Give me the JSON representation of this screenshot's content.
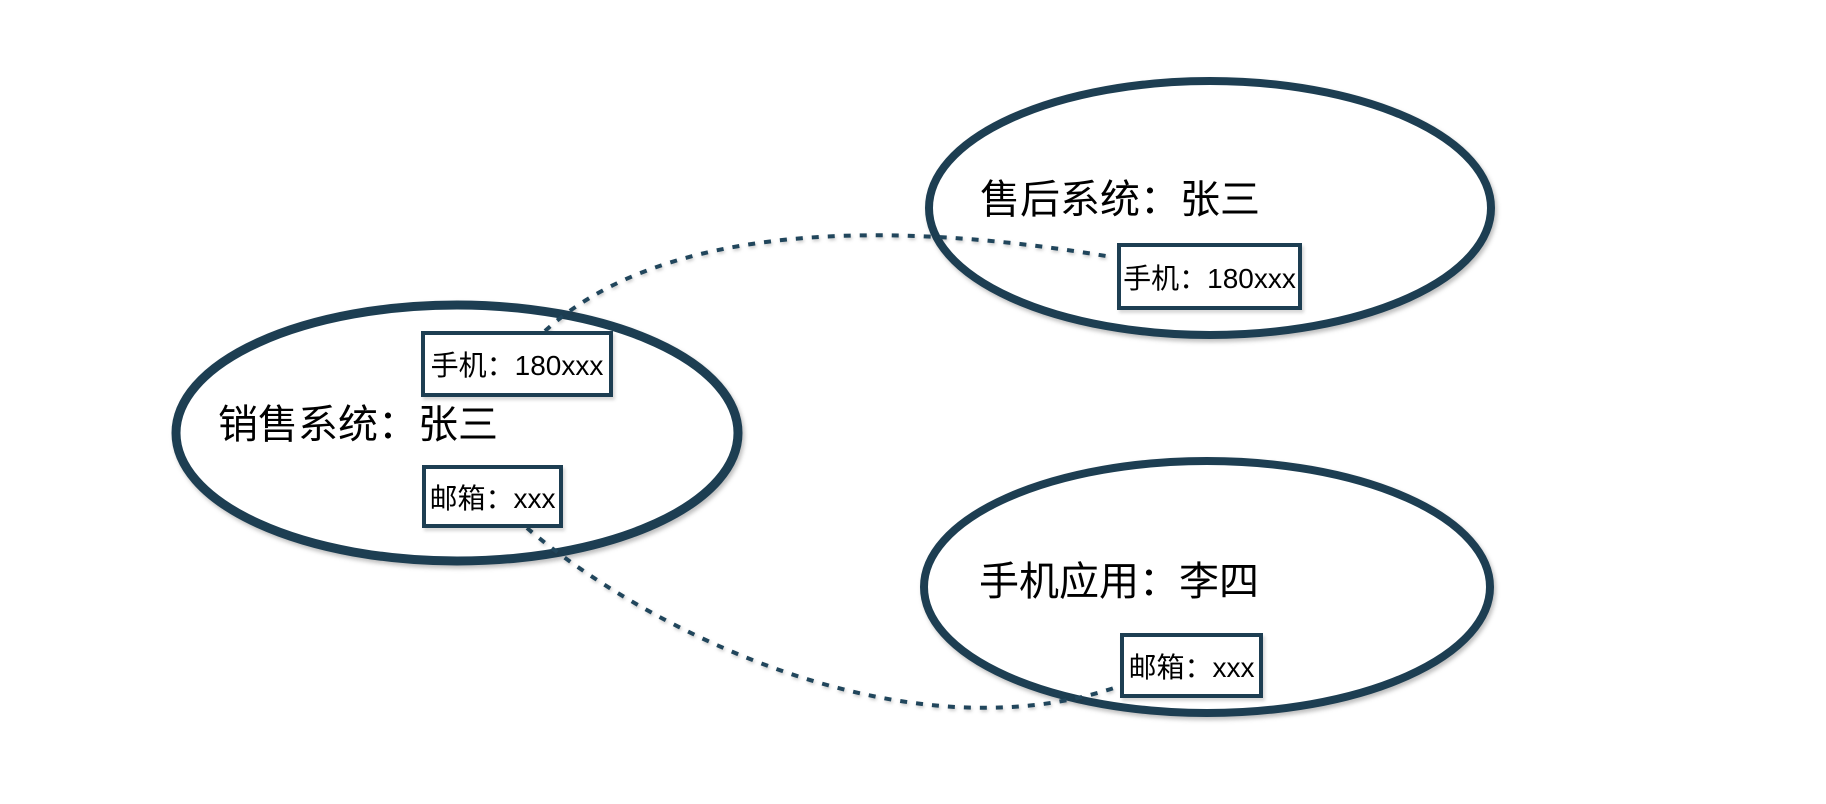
{
  "colors": {
    "shape_stroke": "#1d3e52",
    "connector": "#21465c",
    "box_border": "#1d3e52",
    "text": "#000000",
    "background": "#ffffff"
  },
  "nodes": {
    "sales": {
      "label": "销售系统：张三",
      "fields": {
        "phone": "手机：180xxx",
        "email": "邮箱：xxx"
      }
    },
    "aftersales": {
      "label": "售后系统：张三",
      "fields": {
        "phone": "手机：180xxx"
      }
    },
    "mobileapp": {
      "label": "手机应用：李四",
      "fields": {
        "email": "邮箱：xxx"
      }
    }
  },
  "connectors": [
    {
      "from": "sales.phone",
      "to": "aftersales.phone",
      "style": "dotted"
    },
    {
      "from": "sales.email",
      "to": "mobileapp.email",
      "style": "dotted"
    }
  ]
}
